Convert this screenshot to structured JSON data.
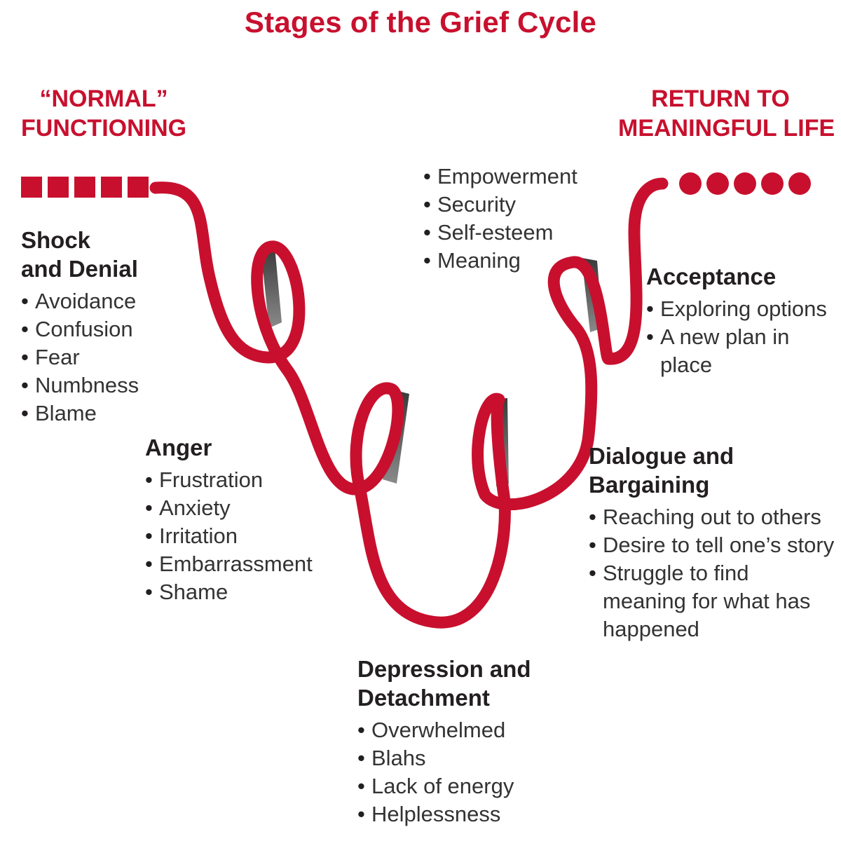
{
  "title": "Stages of the Grief Cycle",
  "start_label": {
    "line1": "“NORMAL”",
    "line2": "FUNCTIONING"
  },
  "end_label": {
    "line1": "RETURN TO",
    "line2": "MEANINGFUL LIFE"
  },
  "colors": {
    "ribbon": "#c8102e",
    "ribbon_shadow": "#4a4a4a",
    "text": "#231f20"
  },
  "stages": {
    "shock": {
      "title_line1": "Shock",
      "title_line2": "and Denial",
      "items": [
        "Avoidance",
        "Confusion",
        "Fear",
        "Numbness",
        "Blame"
      ]
    },
    "anger": {
      "title": "Anger",
      "items": [
        "Frustration",
        "Anxiety",
        "Irritation",
        "Embarrassment",
        "Shame"
      ]
    },
    "depression": {
      "title_line1": "Depression and",
      "title_line2": "Detachment",
      "items": [
        "Overwhelmed",
        "Blahs",
        "Lack of energy",
        "Helplessness"
      ]
    },
    "dialogue": {
      "title_line1": "Dialogue and",
      "title_line2": "Bargaining",
      "items": [
        "Reaching out to others",
        "Desire to tell one’s story",
        "Struggle to find meaning for what has happened"
      ]
    },
    "acceptance": {
      "title": "Acceptance",
      "items": [
        "Exploring options",
        "A new plan in place"
      ]
    },
    "meaning": {
      "items": [
        "Empowerment",
        "Security",
        "Self-esteem",
        "Meaning"
      ]
    }
  }
}
